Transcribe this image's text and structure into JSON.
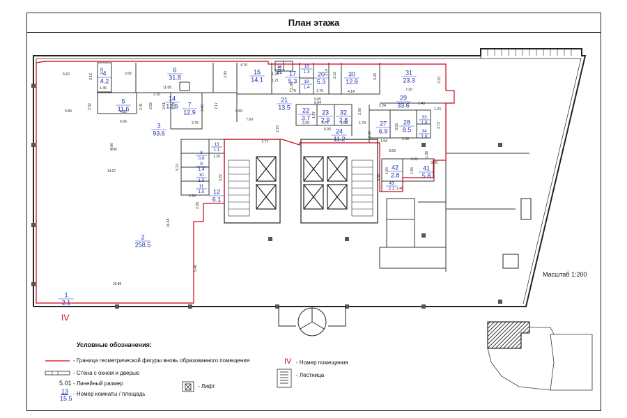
{
  "title": "План этажа",
  "scale_label": "Масштаб 1:200",
  "premise_number": "IV",
  "colors": {
    "boundary": "#d0021b",
    "room_label": "#1a2fb0",
    "wall": "#222222",
    "hatch": "#000000"
  },
  "rooms": [
    {
      "n": "1",
      "area": "2.1"
    },
    {
      "n": "2",
      "area": "258.5"
    },
    {
      "n": "3",
      "area": "93.6"
    },
    {
      "n": "4",
      "area": "4.2"
    },
    {
      "n": "5",
      "area": "11.6"
    },
    {
      "n": "6",
      "area": "31.8"
    },
    {
      "n": "7",
      "area": "12.9"
    },
    {
      "n": "8",
      "area": "0.8"
    },
    {
      "n": "9",
      "area": "1.4"
    },
    {
      "n": "10",
      "area": "1.5"
    },
    {
      "n": "11",
      "area": "1.5"
    },
    {
      "n": "12",
      "area": "6.1"
    },
    {
      "n": "13",
      "area": "1.1"
    },
    {
      "n": "14",
      "area": "12.5"
    },
    {
      "n": "15",
      "area": "14.1"
    },
    {
      "n": "16",
      "area": "1.2"
    },
    {
      "n": "17",
      "area": "5.3"
    },
    {
      "n": "18",
      "area": "1.3"
    },
    {
      "n": "19",
      "area": "1.4"
    },
    {
      "n": "20",
      "area": "5.3"
    },
    {
      "n": "21",
      "area": "13.5"
    },
    {
      "n": "22",
      "area": "3.7"
    },
    {
      "n": "23",
      "area": "2.9"
    },
    {
      "n": "24",
      "area": "11.2"
    },
    {
      "n": "27",
      "area": "6.9"
    },
    {
      "n": "28",
      "area": "8.5"
    },
    {
      "n": "29",
      "area": "33.6"
    },
    {
      "n": "30",
      "area": "12.8"
    },
    {
      "n": "31",
      "area": "23.3"
    },
    {
      "n": "32",
      "area": "2.8"
    },
    {
      "n": "33",
      "area": "1.8"
    },
    {
      "n": "34",
      "area": "1.8"
    },
    {
      "n": "41",
      "area": "5.8"
    },
    {
      "n": "42",
      "area": "2.8"
    },
    {
      "n": "43",
      "area": "2.1"
    }
  ],
  "dimensions": [
    "5.60",
    "3.16",
    "3.32",
    "1.46",
    "2.82",
    "2.93",
    "4.76",
    "1.20",
    "3.14",
    "1.21",
    "1.86",
    "1.70",
    "1.70",
    "3.14",
    "3.13",
    "3.26",
    "4.14",
    "7.20",
    "3.32",
    "2.52",
    "4.82",
    "2.41",
    "2.10",
    "2.53",
    "2.61",
    "2.64",
    "3.43",
    "2.17",
    "5.89",
    "7.69",
    "11.08",
    "5.84",
    "5.06",
    "2.75",
    "6.04",
    "9.05",
    "2.20",
    "1.71",
    "1.68",
    "6.93",
    "1.67",
    "1.62",
    "1.79",
    "3.00",
    "2.24",
    "1.43",
    "1.24",
    "3.53",
    "3.72",
    "2.40",
    "1.94",
    "3.59",
    "1.38",
    "6.21",
    "3.58",
    "1.54",
    "1.84",
    "3.38",
    "2.40",
    "7.77",
    "2.70",
    "0.60",
    "1.00",
    "14.07",
    "5.23",
    "3.22",
    "1.20",
    "2.30",
    "2.95",
    "16.48",
    "5.48",
    "15.80"
  ],
  "legend": {
    "title": "Условные обозначения:",
    "boundary": "- Граница геометрической фигуры вновь образованного помещения",
    "wall": "- Стена с окном и дверью",
    "dim_sample": "5.01",
    "dim_text": "- Линейный размер",
    "room_n": "13",
    "room_area": "15.5",
    "room_text": "- Номер комнаты / площадь",
    "lift_text": "- Лифт",
    "premise_sample": "IV",
    "premise_text": "- Номер помещения",
    "stair_text": "- Лестница"
  }
}
